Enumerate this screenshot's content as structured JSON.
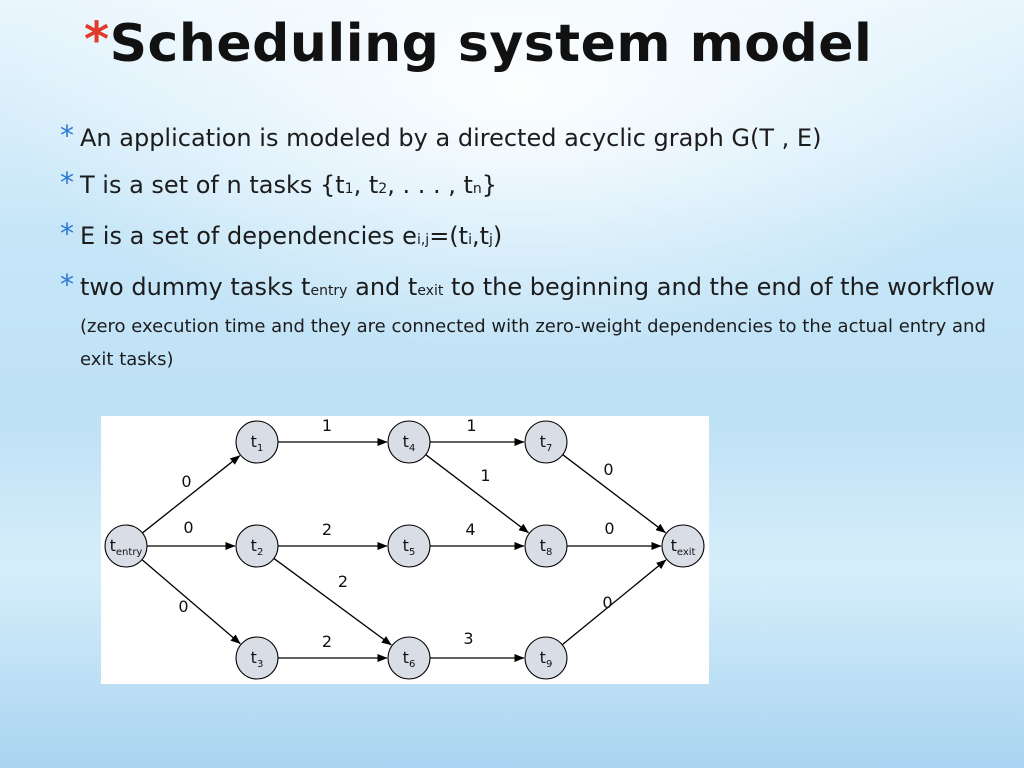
{
  "slide": {
    "title": "Scheduling system model",
    "title_star": "*",
    "bullet_marker": "*",
    "bullets": [
      {
        "parts": [
          {
            "t": "An application is modeled by a directed acyclic graph G(T , E)"
          }
        ]
      },
      {
        "parts": [
          {
            "t": "T is a set of n tasks {t"
          },
          {
            "t": "1",
            "sub": true
          },
          {
            "t": ", t"
          },
          {
            "t": "2",
            "sub": true
          },
          {
            "t": ", . . . , t"
          },
          {
            "t": "n",
            "sub": true
          },
          {
            "t": "}"
          }
        ]
      },
      {
        "parts": [
          {
            "t": "E is a set of dependencies e"
          },
          {
            "t": "i,j",
            "sub": true
          },
          {
            "t": "=(t"
          },
          {
            "t": "i",
            "sub": true
          },
          {
            "t": ",t"
          },
          {
            "t": "j",
            "sub": true
          },
          {
            "t": ")"
          }
        ]
      },
      {
        "parts": [
          {
            "t": "two dummy tasks t"
          },
          {
            "t": "entry",
            "sub": true
          },
          {
            "t": " and t"
          },
          {
            "t": "exit",
            "sub": true
          },
          {
            "t": " to the beginning and the end of the workflow "
          },
          {
            "t": "(zero execution time and they are connected with zero-weight dependencies to the actual entry and exit tasks)",
            "small": true
          }
        ]
      }
    ]
  },
  "colors": {
    "title_star": "#e03a2b",
    "bullet_star": "#2a78d6",
    "node_fill": "#d9dde6"
  },
  "dag": {
    "nodes": [
      {
        "id": "entry",
        "base": "t",
        "sub": "entry"
      },
      {
        "id": "t1",
        "base": "t",
        "sub": "1"
      },
      {
        "id": "t2",
        "base": "t",
        "sub": "2"
      },
      {
        "id": "t3",
        "base": "t",
        "sub": "3"
      },
      {
        "id": "t4",
        "base": "t",
        "sub": "4"
      },
      {
        "id": "t5",
        "base": "t",
        "sub": "5"
      },
      {
        "id": "t6",
        "base": "t",
        "sub": "6"
      },
      {
        "id": "t7",
        "base": "t",
        "sub": "7"
      },
      {
        "id": "t8",
        "base": "t",
        "sub": "8"
      },
      {
        "id": "t9",
        "base": "t",
        "sub": "9"
      },
      {
        "id": "exit",
        "base": "t",
        "sub": "exit"
      }
    ],
    "edges": [
      {
        "from": "entry",
        "to": "t1",
        "weight": "0"
      },
      {
        "from": "entry",
        "to": "t2",
        "weight": "0"
      },
      {
        "from": "entry",
        "to": "t3",
        "weight": "0"
      },
      {
        "from": "t1",
        "to": "t4",
        "weight": "1"
      },
      {
        "from": "t2",
        "to": "t5",
        "weight": "2"
      },
      {
        "from": "t2",
        "to": "t6",
        "weight": "2"
      },
      {
        "from": "t3",
        "to": "t6",
        "weight": "2"
      },
      {
        "from": "t4",
        "to": "t7",
        "weight": "1"
      },
      {
        "from": "t4",
        "to": "t8",
        "weight": "1"
      },
      {
        "from": "t5",
        "to": "t8",
        "weight": "4"
      },
      {
        "from": "t6",
        "to": "t9",
        "weight": "3"
      },
      {
        "from": "t7",
        "to": "exit",
        "weight": "0"
      },
      {
        "from": "t8",
        "to": "exit",
        "weight": "0"
      },
      {
        "from": "t9",
        "to": "exit",
        "weight": "0"
      }
    ]
  }
}
